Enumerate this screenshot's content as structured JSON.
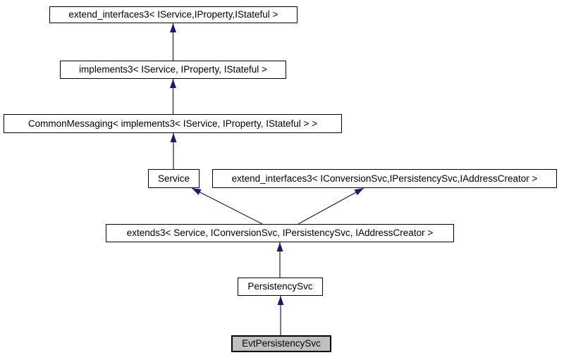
{
  "diagram": {
    "type": "class-inheritance-graph",
    "colors": {
      "background": "#ffffff",
      "node_fill": "#ffffff",
      "node_border": "#000000",
      "highlight_fill": "#c0c0c0",
      "arrow": "#191970",
      "text": "#000000"
    },
    "nodes": [
      {
        "id": "extend_interfaces3_iservice",
        "label": "extend_interfaces3< IService,IProperty,IStateful >",
        "highlighted": false
      },
      {
        "id": "implements3",
        "label": "implements3< IService, IProperty, IStateful >",
        "highlighted": false
      },
      {
        "id": "common_messaging",
        "label": "CommonMessaging< implements3< IService, IProperty, IStateful > >",
        "highlighted": false
      },
      {
        "id": "service",
        "label": "Service",
        "highlighted": false
      },
      {
        "id": "extend_interfaces3_iconversionsvc",
        "label": "extend_interfaces3< IConversionSvc,IPersistencySvc,IAddressCreator >",
        "highlighted": false
      },
      {
        "id": "extends3",
        "label": "extends3< Service, IConversionSvc, IPersistencySvc, IAddressCreator >",
        "highlighted": false
      },
      {
        "id": "persistency_svc",
        "label": "PersistencySvc",
        "highlighted": false
      },
      {
        "id": "evt_persistency_svc",
        "label": "EvtPersistencySvc",
        "highlighted": true
      }
    ],
    "edges": [
      {
        "child": "implements3",
        "parent": "extend_interfaces3_iservice"
      },
      {
        "child": "common_messaging",
        "parent": "implements3"
      },
      {
        "child": "service",
        "parent": "common_messaging"
      },
      {
        "child": "extends3",
        "parent": "service"
      },
      {
        "child": "extends3",
        "parent": "extend_interfaces3_iconversionsvc"
      },
      {
        "child": "persistency_svc",
        "parent": "extends3"
      },
      {
        "child": "evt_persistency_svc",
        "parent": "persistency_svc"
      }
    ]
  }
}
